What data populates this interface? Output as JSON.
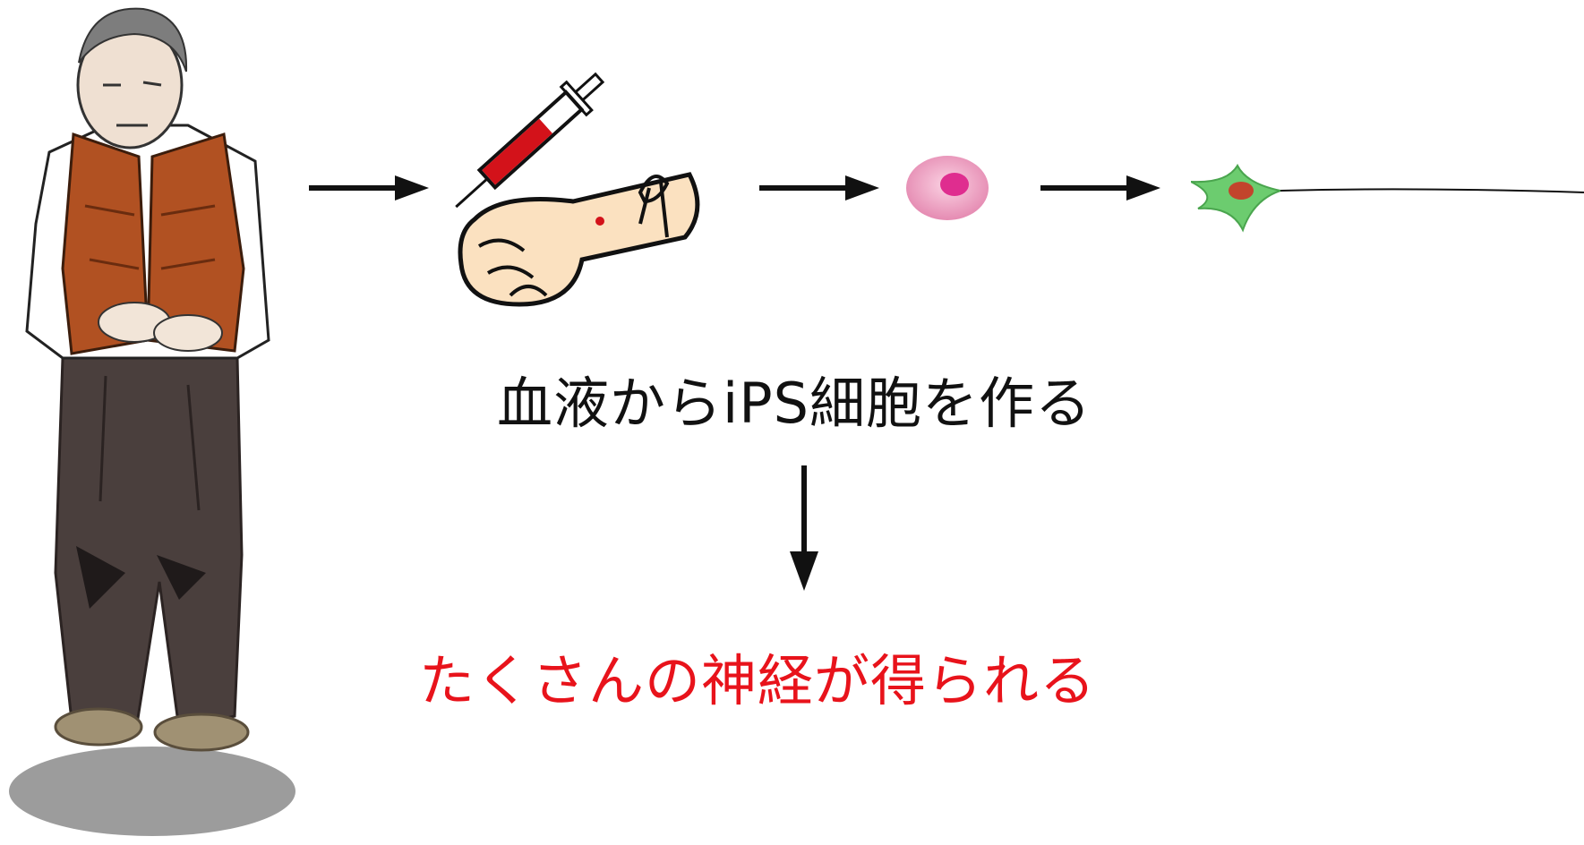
{
  "diagram": {
    "caption_main": "血液からiPS細胞を作る",
    "caption_result": "たくさんの神経が得られる",
    "result_color": "#e8131b",
    "arrow_color": "#111111",
    "icons": {
      "patient": "elderly-man-illustration",
      "blood_draw": "syringe-arm-illustration",
      "ips_cell": "pink-round-cell",
      "neuron": "green-neuron-cell"
    }
  }
}
